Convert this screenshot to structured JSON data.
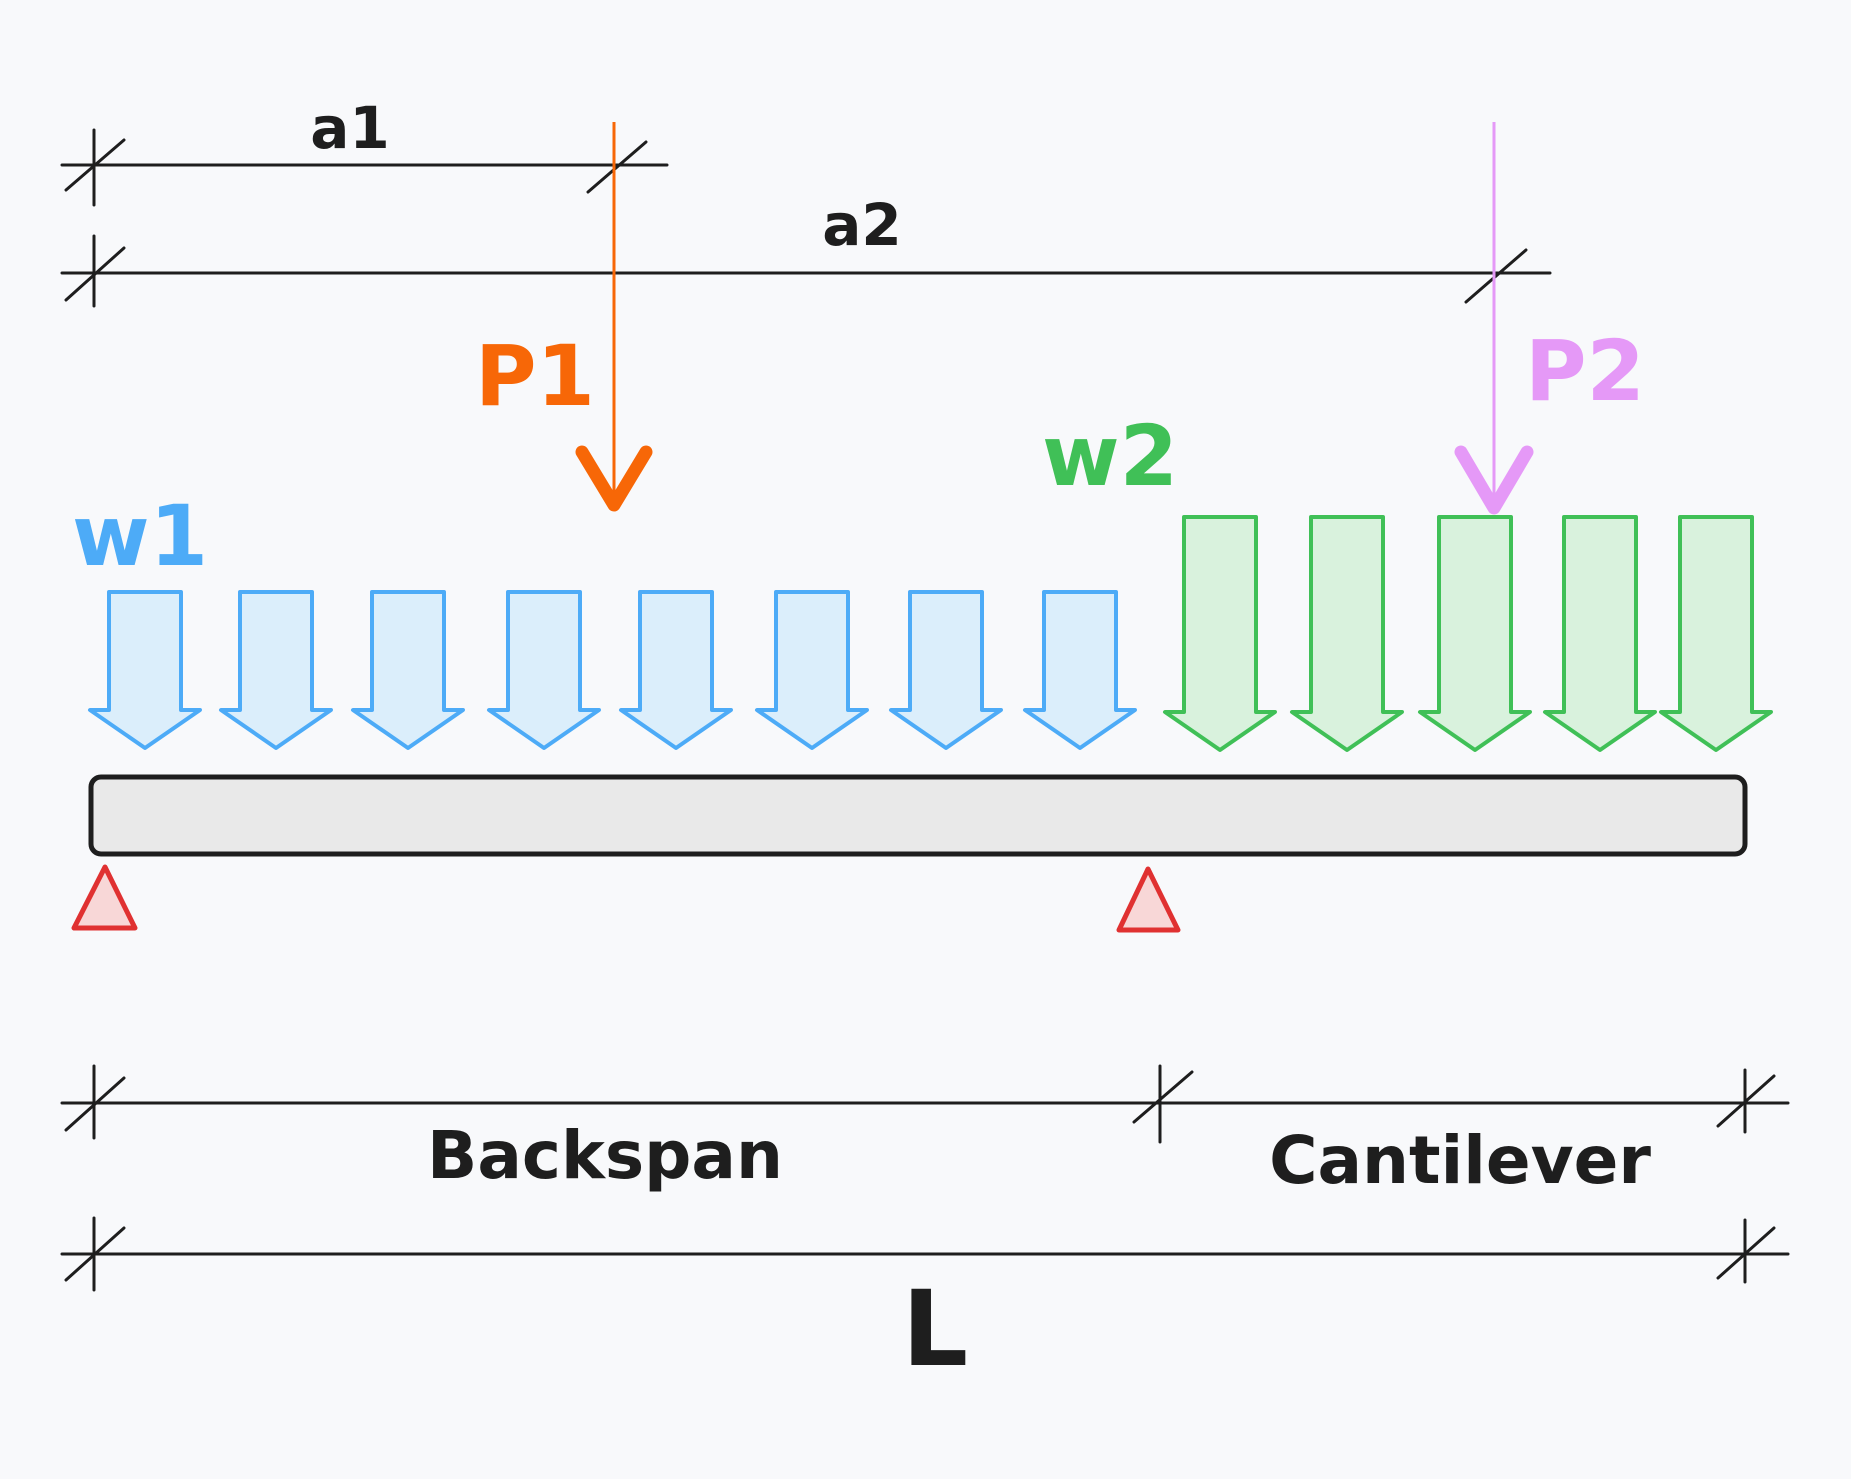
{
  "labels": {
    "a1": "a1",
    "a2": "a2",
    "p1": "P1",
    "p2": "P2",
    "w1": "w1",
    "w2": "w2",
    "backspan": "Backspan",
    "cantilever": "Cantilever",
    "length": "L"
  },
  "colors": {
    "background": "#f8f9fb",
    "ink": "#1e1e1e",
    "w1_stroke": "#4dabf7",
    "w1_fill": "#dbeefb",
    "w2_stroke": "#40c057",
    "w2_fill": "#d9f2dd",
    "p1": "#f76707",
    "p2": "#e599f7",
    "beam_fill": "#e9e9e9",
    "support_stroke": "#e03131",
    "support_fill": "#f8d7d7"
  },
  "icons": {
    "support": "pin-support-triangle-icon",
    "point_load": "down-arrow-icon",
    "distributed_load": "block-down-arrow-icon"
  }
}
